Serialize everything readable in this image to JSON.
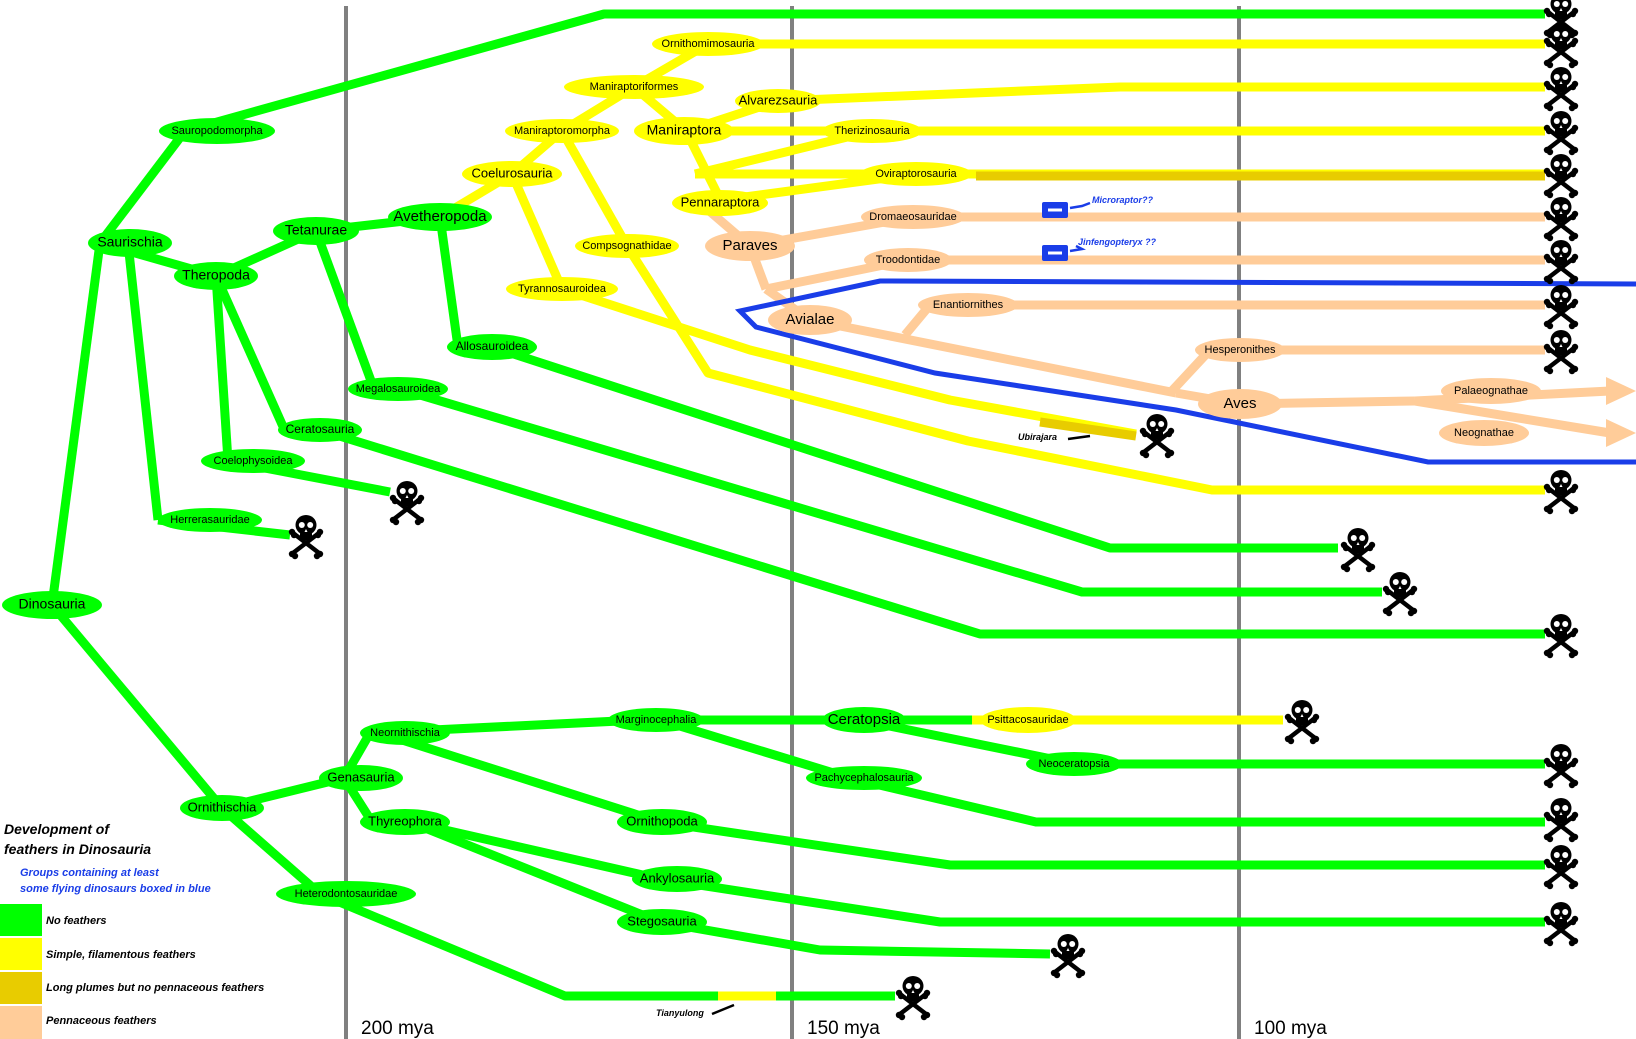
{
  "colors": {
    "no_feathers": "#00ff00",
    "simple_filaments": "#ffff00",
    "long_plumes": "#e8cc00",
    "pennaceous": "#ffcc99",
    "flyers_box": "#1a3de8",
    "time_line": "#808080"
  },
  "time_markers": [
    {
      "label": "200 mya"
    },
    {
      "label": "150 mya"
    },
    {
      "label": "100 mya"
    }
  ],
  "nodes": {
    "dinosauria": "Dinosauria",
    "saurischia": "Saurischia",
    "sauropodomorpha": "Sauropodomorpha",
    "theropoda": "Theropoda",
    "tetanurae": "Tetanurae",
    "avetheropoda": "Avetheropoda",
    "coelurosauria": "Coelurosauria",
    "maniraptoromorpha": "Maniraptoromorpha",
    "maniraptoriformes": "Maniraptoriformes",
    "ornithomimosauria": "Ornithomimosauria",
    "alvarezsauria": "Alvarezsauria",
    "maniraptora": "Maniraptora",
    "therizinosauria": "Therizinosauria",
    "oviraptorosauria": "Oviraptorosauria",
    "pennaraptora": "Pennaraptora",
    "paraves": "Paraves",
    "dromaeosauridae": "Dromaeosauridae",
    "troodontidae": "Troodontidae",
    "compsognathidae": "Compsognathidae",
    "tyrannosauroidea": "Tyrannosauroidea",
    "avialae": "Avialae",
    "enantiornithes": "Enantiornithes",
    "hesperonithes": "Hesperonithes",
    "aves": "Aves",
    "palaeognathae": "Palaeognathae",
    "neognathae": "Neognathae",
    "allosauroidea": "Allosauroidea",
    "megalosauroidea": "Megalosauroidea",
    "ceratosauria": "Ceratosauria",
    "coelophysoidea": "Coelophysoidea",
    "herrerasauridae": "Herrerasauridae",
    "ornithischia": "Ornithischia",
    "genasauria": "Genasauria",
    "neornithischia": "Neornithischia",
    "marginocephalia": "Marginocephalia",
    "ceratopsia": "Ceratopsia",
    "psittacosauridae": "Psittacosauridae",
    "neoceratopsia": "Neoceratopsia",
    "pachycephalosauria": "Pachycephalosauria",
    "ornithopoda": "Ornithopoda",
    "thyreophora": "Thyreophora",
    "ankylosauria": "Ankylosauria",
    "stegosauria": "Stegosauria",
    "heterodontosauridae": "Heterodontosauridae"
  },
  "fossils": {
    "microraptor": "Microraptor??",
    "jinfengopteryx": "Jinfengopteryx ??",
    "ubirajara": "Ubirajara",
    "tianyulong": "Tianyulong"
  },
  "legend": {
    "title_line1": "Development of",
    "title_line2": "feathers in Dinosauria",
    "subtitle_line1": "Groups containing at least",
    "subtitle_line2": "some flying dinosaurs boxed in blue",
    "items": [
      {
        "label": "No feathers",
        "color": "#00ff00"
      },
      {
        "label": "Simple, filamentous feathers",
        "color": "#ffff00"
      },
      {
        "label": "Long plumes but no pennaceous feathers",
        "color": "#e8cc00"
      },
      {
        "label": "Pennaceous feathers",
        "color": "#ffcc99"
      }
    ]
  },
  "extinction_icon": "skull-and-crossbones-icon"
}
